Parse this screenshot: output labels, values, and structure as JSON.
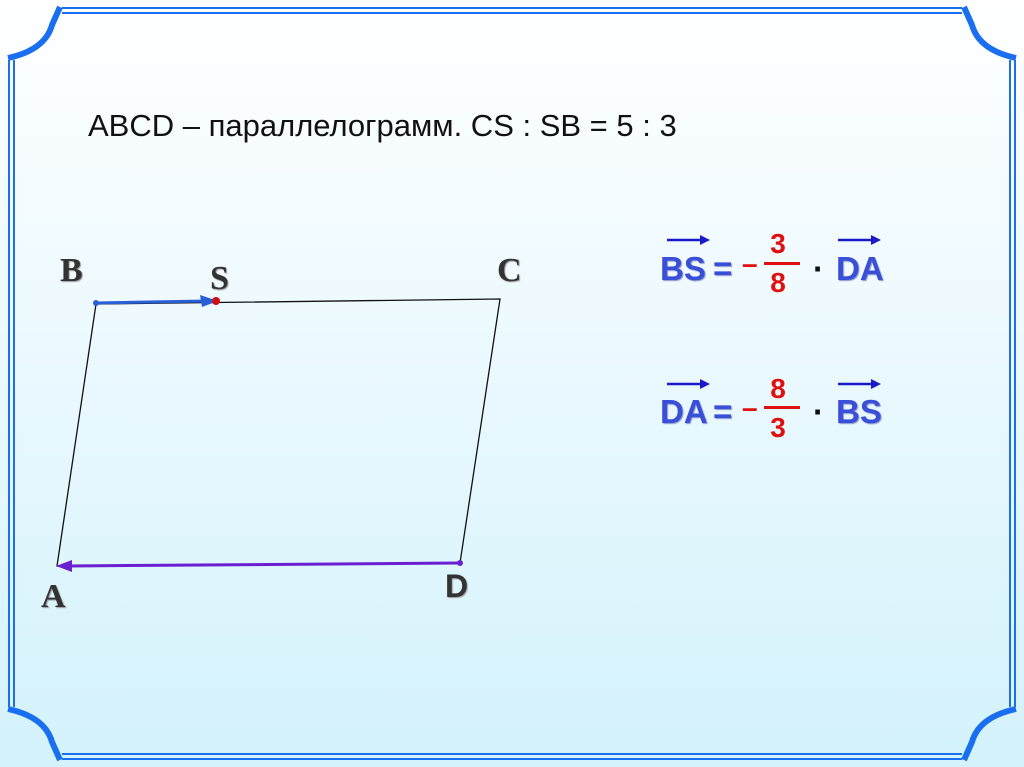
{
  "title": "ABCD – параллелограмм.   CS : SB = 5 : 3",
  "points": {
    "A": "A",
    "B": "B",
    "C": "C",
    "D": "D",
    "S": "S"
  },
  "equations": [
    {
      "lhs": "BS",
      "eq": "=",
      "sign": "–",
      "num": "3",
      "den": "8",
      "dot": "·",
      "rhs": "DA"
    },
    {
      "lhs": "DA",
      "eq": "=",
      "sign": "–",
      "num": "8",
      "den": "3",
      "dot": "·",
      "rhs": "BS"
    }
  ],
  "colors": {
    "frame": "#1a6ff0",
    "vector_bs": "#2a5fd8",
    "vector_da": "#6a1fd0",
    "red": "#e01010",
    "eq_blue": "#3a4fd8"
  }
}
